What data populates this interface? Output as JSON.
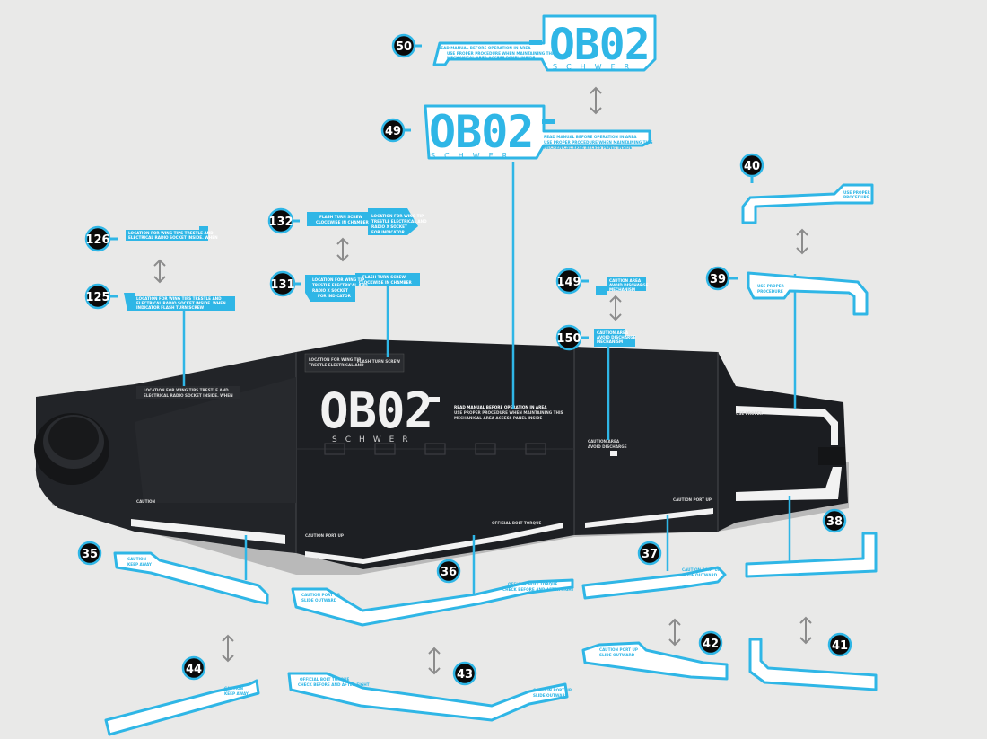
{
  "part_numbers": {
    "p35": "35",
    "p36": "36",
    "p37": "37",
    "p38": "38",
    "p39": "39",
    "p40": "40",
    "p41": "41",
    "p42": "42",
    "p43": "43",
    "p44": "44",
    "p49": "49",
    "p50": "50",
    "p125": "125",
    "p126": "126",
    "p131": "131",
    "p132": "132",
    "p149": "149",
    "p150": "150"
  },
  "logo": {
    "main": "OB02",
    "sub": "SCHWER",
    "warning_1": "READ MANUAL BEFORE OPERATION IN AREA",
    "warning_2": "USE PROPER PROCEDURE WHEN MAINTAINING THIS",
    "warning_3": "MECHANICAL AREA ACCESS PANEL INSIDE"
  },
  "decal_text": {
    "location_1": "LOCATION FOR WING TIPS TRESTLE AND",
    "location_2": "ELECTRICAL RADIO SOCKET INSIDE. WHEN",
    "location_3": "INDICATOR FLASH TURN SCREW",
    "flash_1": "FLASH TURN SCREW",
    "flash_2": "CLOCKWISE IN CHAMBER",
    "loc_b1": "LOCATION FOR WING TIP",
    "loc_b2": "TRESTLE ELECTRICAL AND",
    "loc_b3": "RADIO X SOCKET",
    "loc_b4": "FOR INDICATOR",
    "caution_area_1": "CAUTION AREA",
    "caution_area_2": "AVOID DISCHARGE",
    "caution_area_3": "MECHANISM",
    "proper_1": "USE PROPER",
    "proper_2": "PROCEDURE",
    "keep_away_1": "CAUTION",
    "keep_away_2": "KEEP AWAY",
    "ports_1": "CAUTION PORT UP",
    "ports_2": "SLIDE OUTWARD",
    "official_1": "OFFICIAL BOLT TORQUE",
    "official_2": "CHECK BEFORE AND AFTER FIGHT"
  },
  "colors": {
    "decal_blue": "#2fb6e6",
    "panel_black": "#1f2125",
    "background": "#e9e9e8"
  }
}
